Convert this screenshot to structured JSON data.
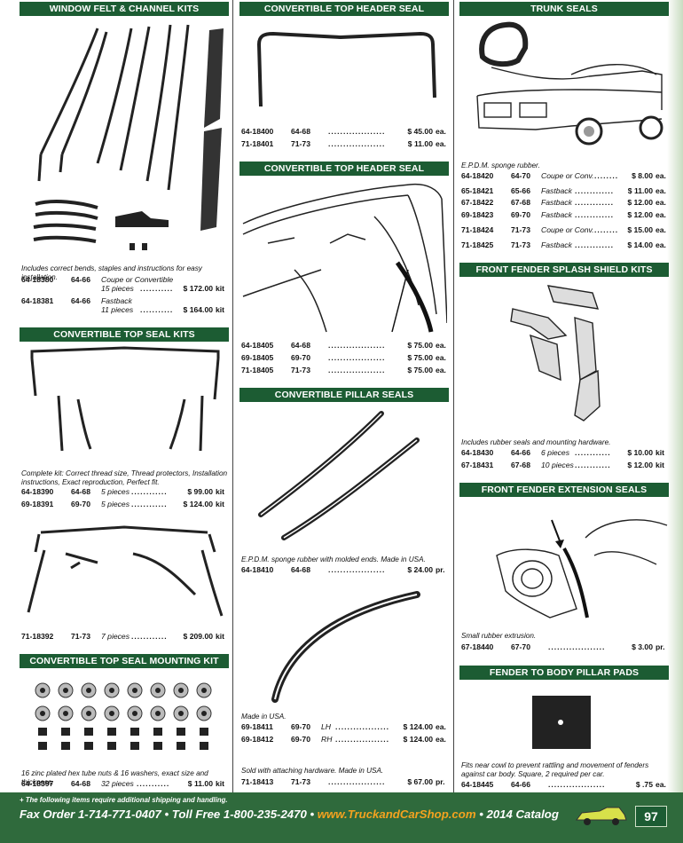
{
  "sections": {
    "window_felt": {
      "title": "WINDOW FELT & CHANNEL KITS",
      "note": "Includes correct bends, staples and instructions for easy installation.",
      "items": [
        {
          "pn": "64-18380",
          "yr": "64-66",
          "desc": "Coupe or Convertible",
          "sub": "15 pieces",
          "dots": "...........",
          "price": "$ 172.00",
          "unit": "kit"
        },
        {
          "pn": "64-18381",
          "yr": "64-66",
          "desc": "Fastback",
          "sub": "11 pieces",
          "dots": "...........",
          "price": "$ 164.00",
          "unit": "kit"
        }
      ]
    },
    "conv_top_seal_kits": {
      "title": "CONVERTIBLE TOP SEAL KITS",
      "note": "Complete kit: Correct thread size, Thread protectors, Installation instructions, Exact reproduction, Perfect fit.",
      "items": [
        {
          "pn": "64-18390",
          "yr": "64-68",
          "desc": "5 pieces",
          "dots": "............",
          "price": "$ 99.00",
          "unit": "kit"
        },
        {
          "pn": "69-18391",
          "yr": "69-70",
          "desc": "5 pieces",
          "dots": "............",
          "price": "$ 124.00",
          "unit": "kit"
        }
      ],
      "items2": [
        {
          "pn": "71-18392",
          "yr": "71-73",
          "desc": "7 pieces",
          "dots": "............",
          "price": "$ 209.00",
          "unit": "kit"
        }
      ]
    },
    "mounting_kit": {
      "title": "CONVERTIBLE TOP SEAL MOUNTING KIT",
      "note": "16 zinc plated hex tube nuts & 16 washers, exact size and thickness.",
      "items": [
        {
          "pn": "64-18397",
          "yr": "64-68",
          "desc": "32 pieces",
          "dots": "...........",
          "price": "$ 11.00",
          "unit": "kit"
        }
      ]
    },
    "header_seal": {
      "title": "CONVERTIBLE TOP HEADER SEAL",
      "items": [
        {
          "pn": "64-18400",
          "yr": "64-68",
          "desc": "",
          "dots": "...................",
          "price": "$ 45.00",
          "unit": "ea."
        },
        {
          "pn": "71-18401",
          "yr": "71-73",
          "desc": "",
          "dots": "...................",
          "price": "$ 11.00",
          "unit": "ea."
        }
      ]
    },
    "header_retainer": {
      "title": "CONVERTIBLE TOP HEADER SEAL RETAINER",
      "items": [
        {
          "pn": "64-18405",
          "yr": "64-68",
          "desc": "",
          "dots": "...................",
          "price": "$ 75.00",
          "unit": "ea."
        },
        {
          "pn": "69-18405",
          "yr": "69-70",
          "desc": "",
          "dots": "...................",
          "price": "$ 75.00",
          "unit": "ea."
        },
        {
          "pn": "71-18405",
          "yr": "71-73",
          "desc": "",
          "dots": "...................",
          "price": "$ 75.00",
          "unit": "ea."
        }
      ]
    },
    "pillar_seals": {
      "title": "CONVERTIBLE PILLAR SEALS",
      "note": "E.P.D.M. sponge rubber with molded ends. Made in USA.",
      "items": [
        {
          "pn": "64-18410",
          "yr": "64-68",
          "desc": "",
          "dots": "...................",
          "price": "$ 24.00",
          "unit": "pr."
        }
      ],
      "note2": "Made in USA.",
      "items2": [
        {
          "pn": "69-18411",
          "yr": "69-70",
          "desc": "LH",
          "dots": "..................",
          "price": "$ 124.00",
          "unit": "ea."
        },
        {
          "pn": "69-18412",
          "yr": "69-70",
          "desc": "RH",
          "dots": "..................",
          "price": "$ 124.00",
          "unit": "ea."
        }
      ],
      "note3": "Sold with attaching hardware. Made in USA.",
      "items3": [
        {
          "pn": "71-18413",
          "yr": "71-73",
          "desc": "",
          "dots": "...................",
          "price": "$ 67.00",
          "unit": "pr."
        }
      ]
    },
    "trunk_seals": {
      "title": "TRUNK SEALS",
      "note": "E.P.D.M. sponge rubber.",
      "items": [
        {
          "pn": "64-18420",
          "yr": "64-70",
          "desc": "Coupe or Conv.",
          "dots": "........",
          "price": "$ 8.00",
          "unit": "ea."
        },
        {
          "pn": "65-18421",
          "yr": "65-66",
          "desc": "Fastback",
          "dots": ".............",
          "price": "$ 11.00",
          "unit": "ea."
        },
        {
          "pn": "67-18422",
          "yr": "67-68",
          "desc": "Fastback",
          "dots": ".............",
          "price": "$ 12.00",
          "unit": "ea."
        },
        {
          "pn": "69-18423",
          "yr": "69-70",
          "desc": "Fastback",
          "dots": ".............",
          "price": "$ 12.00",
          "unit": "ea."
        },
        {
          "pn": "71-18424",
          "yr": "71-73",
          "desc": "Coupe or Conv.",
          "dots": "........",
          "price": "$ 15.00",
          "unit": "ea."
        },
        {
          "pn": "71-18425",
          "yr": "71-73",
          "desc": "Fastback",
          "dots": ".............",
          "price": "$ 14.00",
          "unit": "ea."
        }
      ]
    },
    "splash_shield": {
      "title": "FRONT FENDER SPLASH SHIELD KITS",
      "note": "Includes rubber seals and mounting hardware.",
      "items": [
        {
          "pn": "64-18430",
          "yr": "64-66",
          "desc": "6 pieces",
          "dots": "............",
          "price": "$ 10.00",
          "unit": "kit"
        },
        {
          "pn": "67-18431",
          "yr": "67-68",
          "desc": "10 pieces",
          "dots": "............",
          "price": "$ 12.00",
          "unit": "kit"
        }
      ]
    },
    "extension_seals": {
      "title": "FRONT FENDER EXTENSION SEALS",
      "note": "Small rubber extrusion.",
      "items": [
        {
          "pn": "67-18440",
          "yr": "67-70",
          "desc": "",
          "dots": "...................",
          "price": "$ 3.00",
          "unit": "pr."
        }
      ]
    },
    "pillar_pads": {
      "title": "FENDER TO BODY PILLAR PADS",
      "note": "Fits near cowl to prevent rattling and movement of fenders against car body. Square, 2 required per car.",
      "items": [
        {
          "pn": "64-18445",
          "yr": "64-66",
          "desc": "",
          "dots": "...................",
          "price": "$ .75",
          "unit": "ea."
        }
      ]
    }
  },
  "footer": {
    "note": "+ The following items require additional shipping and handling.",
    "fax": "Fax Order  1-714-771-0407",
    "toll": "Toll Free  1-800-235-2470",
    "web": "www.TruckandCarShop.com",
    "catalog": "2014 Catalog",
    "page": "97",
    "sep": "•"
  },
  "colors": {
    "header_green": "#1c5c33",
    "footer_green": "#2f6a3c",
    "web_orange": "#f4a21f"
  }
}
